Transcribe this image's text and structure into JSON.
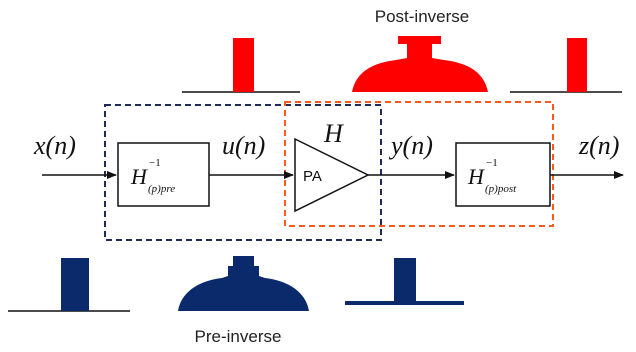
{
  "captions": {
    "post_inverse": "Post-inverse",
    "pre_inverse": "Pre-inverse"
  },
  "signals": {
    "x": "x(n)",
    "u": "u(n)",
    "y": "y(n)",
    "z": "z(n)",
    "pa_model": "H"
  },
  "blocks": {
    "pre": {
      "base": "H",
      "sup": "−1",
      "sub": "(p)pre"
    },
    "post": {
      "base": "H",
      "sup": "−1",
      "sub": "(p)post"
    },
    "pa": "PA"
  },
  "colors": {
    "post_spectrum": "#ff0000",
    "pre_spectrum": "#0a2a6b",
    "pre_group_box": "#1e2a5a",
    "post_group_box": "#ff5a1e",
    "lines": "#111111"
  }
}
